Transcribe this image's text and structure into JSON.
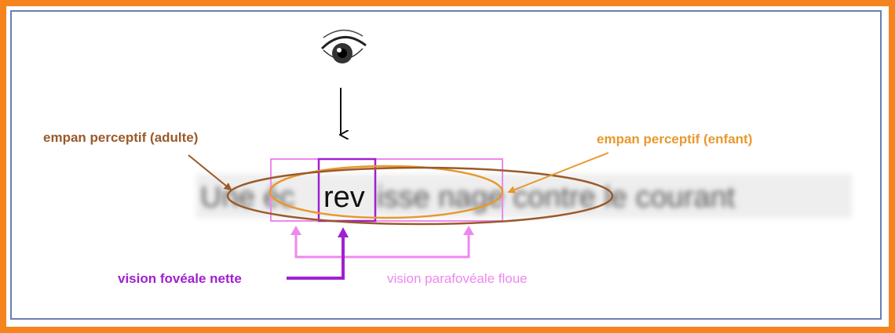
{
  "sentence": {
    "before": "Une éc",
    "foveal": "rev",
    "after": "isse nage contre le courant"
  },
  "labels": {
    "adult_span": "empan perceptif (adulte)",
    "child_span": "empan perceptif (enfant)",
    "foveal": "vision fovéale nette",
    "parafoveal": "vision parafovéale floue"
  },
  "colors": {
    "border": "#f5841f",
    "adult": "#9a5a2a",
    "child": "#e8982e",
    "foveal": "#a020d0",
    "parafoveal": "#ee88ee"
  },
  "icons": {
    "eye": "eye-icon"
  }
}
